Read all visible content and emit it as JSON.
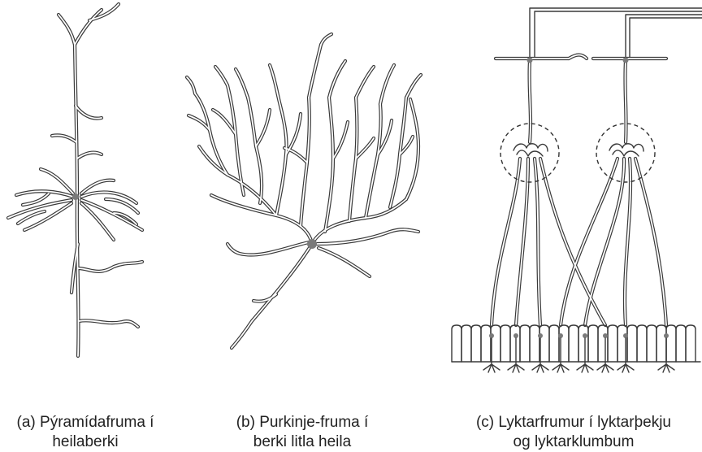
{
  "figure": {
    "panels": [
      {
        "id": "a",
        "caption_line1": "(a) Pýramídafruma í",
        "caption_line2": "heilaberki"
      },
      {
        "id": "b",
        "caption_line1": "(b) Purkinje-fruma í",
        "caption_line2": "berki litla heila"
      },
      {
        "id": "c",
        "caption_line1": "(c) Lyktarfrumur í lyktarþekju",
        "caption_line2": "og lyktarklumbum"
      }
    ],
    "colors": {
      "stroke": "#3a3a3a",
      "soma": "#7a7a7a",
      "background": "#ffffff"
    }
  }
}
